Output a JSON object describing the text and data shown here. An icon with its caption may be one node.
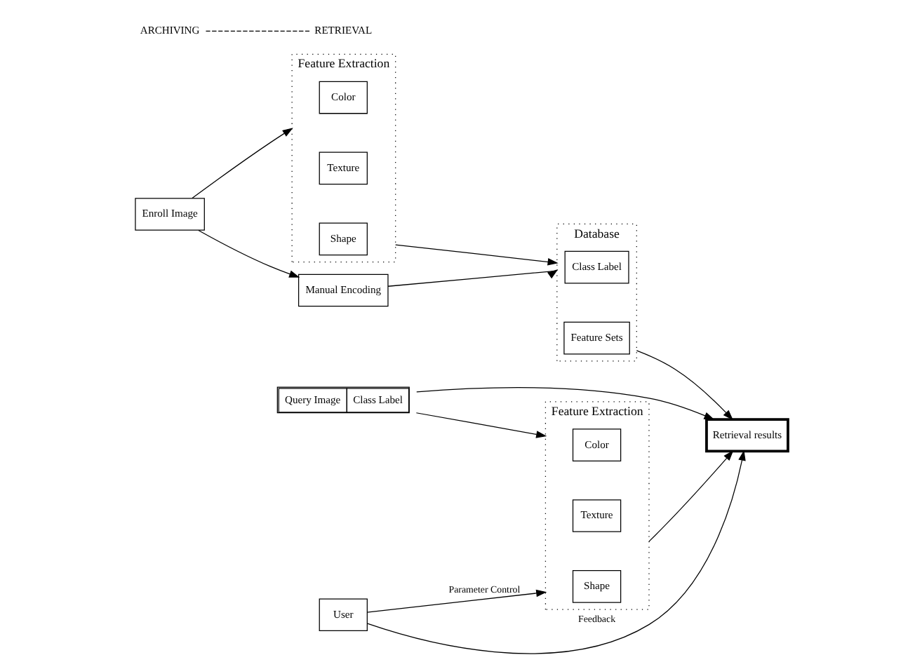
{
  "diagram": {
    "nodes": [
      {
        "text": [
          "Enroll Image"
        ]
      },
      {
        "text": [
          "Feature Extraction"
        ]
      },
      {
        "text": [
          "Color"
        ],
        "in": 1
      },
      {
        "text": [
          "Texture"
        ],
        "in": 1
      },
      {
        "text": [
          "Shape"
        ],
        "in": 1
      },
      {
        "text": [
          "Manual Encoding"
        ]
      },
      {
        "text": [
          "Database"
        ]
      },
      {
        "text": [
          "Class Label"
        ],
        "in": 6
      },
      {
        "text": [
          "Feature Sets"
        ],
        "in": 6
      },
      {
        "text": [
          "Query Image",
          "Class Label"
        ]
      },
      {
        "text": [
          "Feature Extraction"
        ]
      },
      {
        "text": [
          "Color"
        ],
        "in": 10
      },
      {
        "text": [
          "Texture"
        ],
        "in": 10
      },
      {
        "text": [
          "Shape"
        ],
        "in": 10
      },
      {
        "text": [
          "Retrieval results"
        ]
      },
      {
        "text": [
          "User"
        ]
      }
    ],
    "edges": [
      {
        "from": 0,
        "to": 5,
        "arrow": "to"
      },
      {
        "from": 0,
        "to": 1,
        "arrow": "to"
      },
      {
        "from": 1,
        "to": 6,
        "arrow": "to"
      },
      {
        "from": 5,
        "to": 6,
        "arrow": "to"
      },
      {
        "from": 6,
        "to": 14,
        "arrow": "to"
      },
      {
        "from": 9,
        "to": 14,
        "arrow": "to"
      },
      {
        "from": 9,
        "to": 10,
        "arrow": "to"
      },
      {
        "from": 10,
        "to": 14,
        "arrow": "to"
      },
      {
        "from": 15,
        "to": 14,
        "arrow": "to",
        "label": "Feedback"
      },
      {
        "from": 15,
        "to": 10,
        "arrow": "to",
        "label": "Parameter Control"
      }
    ],
    "labels": [
      "ARCHIVING",
      "RETRIEVAL"
    ]
  }
}
